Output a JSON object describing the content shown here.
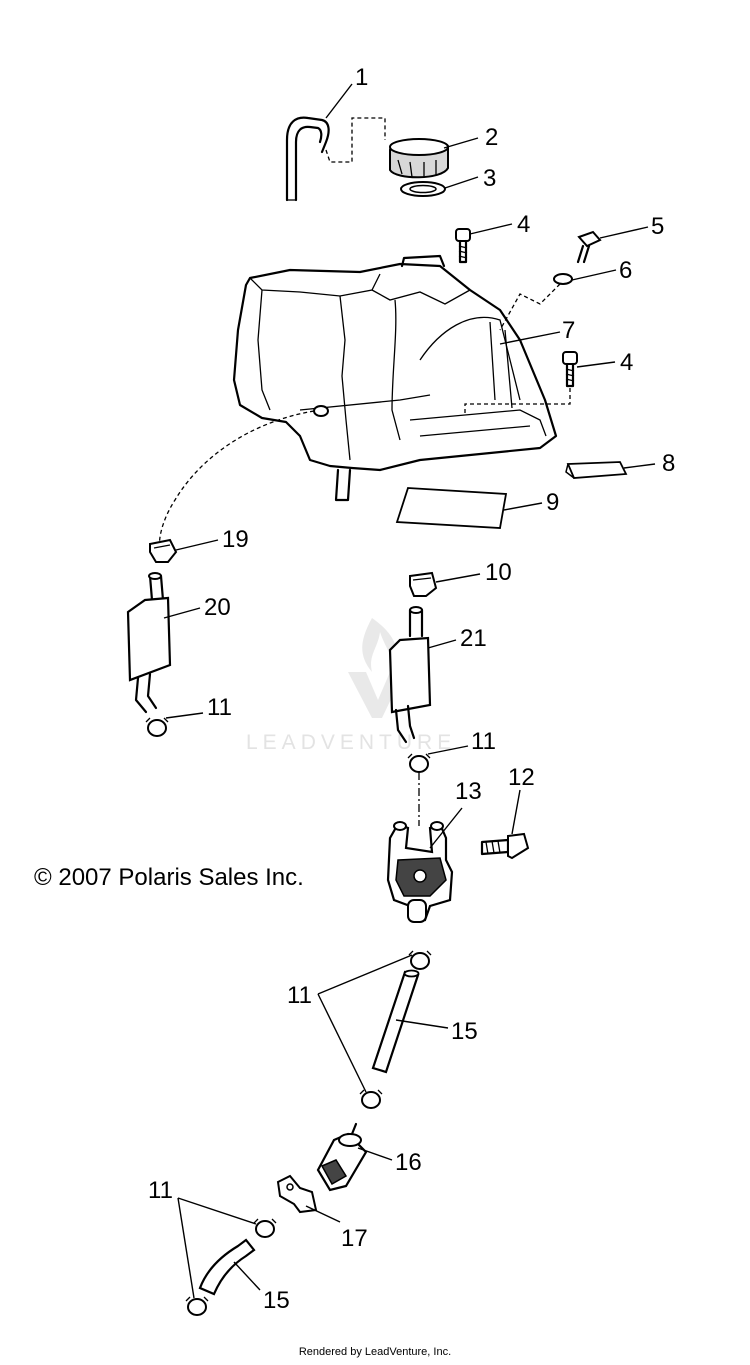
{
  "copyright": "© 2007 Polaris Sales Inc.",
  "footer": "Rendered by LeadVenture, Inc.",
  "watermark": "LEADVENTURE",
  "callouts": {
    "c1": "1",
    "c2": "2",
    "c3": "3",
    "c4a": "4",
    "c4b": "4",
    "c5": "5",
    "c6": "6",
    "c7": "7",
    "c8": "8",
    "c9": "9",
    "c10": "10",
    "c11a": "11",
    "c11b": "11",
    "c11c": "11",
    "c11d": "11",
    "c12": "12",
    "c13": "13",
    "c15a": "15",
    "c15b": "15",
    "c16": "16",
    "c17": "17",
    "c19": "19",
    "c20": "20",
    "c21": "21"
  }
}
